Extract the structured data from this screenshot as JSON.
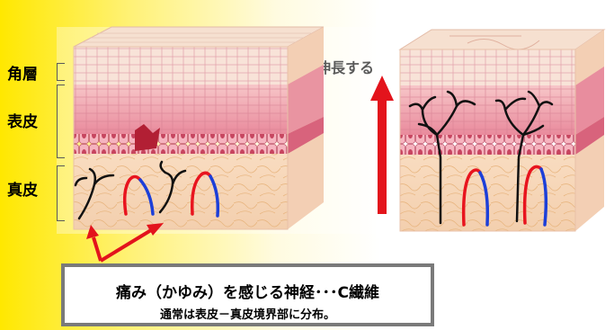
{
  "labels": {
    "stratum_corneum": "角層",
    "epidermis": "表皮",
    "dermis": "真皮",
    "elongate": "伸長する"
  },
  "caption": {
    "title": "痛み（かゆみ）を感じる神経･･･C繊維",
    "subtitle": "通常は表皮－真皮境界部に分布。"
  },
  "colors": {
    "nerve": "#111111",
    "artery": "#e8141e",
    "vein": "#1c3fd8",
    "arrow": "#e3141c"
  }
}
